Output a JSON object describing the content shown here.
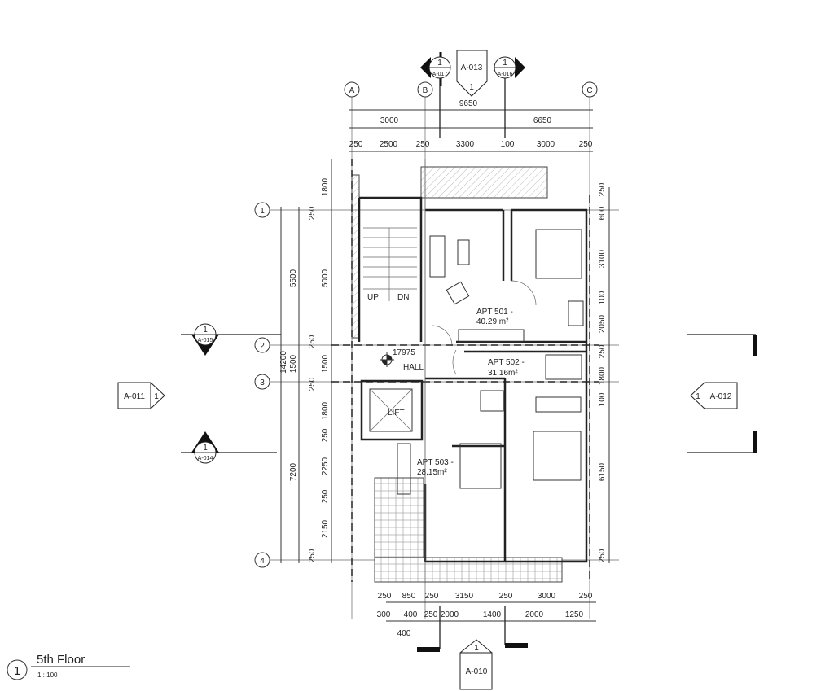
{
  "view": {
    "title": "5th Floor",
    "number": "1",
    "scale": "1 : 100"
  },
  "grids": {
    "columns": [
      "A",
      "B",
      "C"
    ],
    "rows": [
      "1",
      "2",
      "3",
      "4"
    ]
  },
  "top_dims": {
    "overall": "9650",
    "bays": [
      "3000",
      "6650"
    ],
    "detail": [
      "250",
      "2500",
      "250",
      "3300",
      "100",
      "3000",
      "250"
    ]
  },
  "left_dims": {
    "overall": "14200",
    "bays": [
      "5500",
      "1500",
      "7200"
    ],
    "detail": [
      "1800",
      "250",
      "5000",
      "250",
      "1500",
      "250",
      "1800",
      "250",
      "2250",
      "250",
      "2150",
      "250"
    ]
  },
  "right_dims": {
    "detail": [
      "250",
      "600",
      "3100",
      "100",
      "2050",
      "250",
      "1800",
      "100",
      "6150",
      "250"
    ]
  },
  "bottom_dims": {
    "row1": [
      "250",
      "850",
      "250",
      "3150",
      "250",
      "3000",
      "250"
    ],
    "row2": [
      "300",
      "400",
      "250",
      "2000",
      "1400",
      "2000",
      "1250"
    ],
    "row2_extra": "400"
  },
  "callouts": {
    "section_a017": {
      "num": "1",
      "sheet": "A-017"
    },
    "elev_a013": {
      "num": "1",
      "sheet": "A-013"
    },
    "section_a016": {
      "num": "1",
      "sheet": "A-016"
    },
    "section_a015": {
      "num": "1",
      "sheet": "A-015"
    },
    "section_a014": {
      "num": "1",
      "sheet": "A-014"
    },
    "elev_a011": {
      "num": "1",
      "sheet": "A-011"
    },
    "elev_a012": {
      "num": "1",
      "sheet": "A-012"
    },
    "elev_a010": {
      "num": "1",
      "sheet": "A-010"
    }
  },
  "rooms": {
    "apt501": {
      "name": "APT 501 -",
      "area": "40.29 m²"
    },
    "apt502": {
      "name": "APT 502 -",
      "area": "31.16m²"
    },
    "apt503": {
      "name": "APT 503 -",
      "area": "28.15m²"
    },
    "hall": "HALL",
    "level": "17975",
    "lift": "LIFT",
    "stair_up": "UP",
    "stair_dn": "DN"
  }
}
